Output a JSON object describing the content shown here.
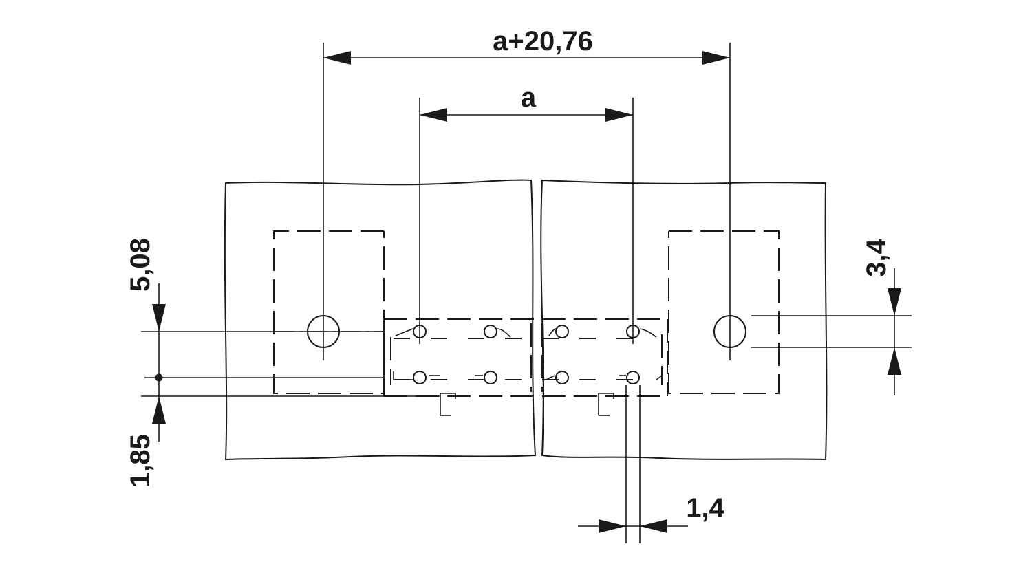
{
  "dimensions": {
    "overall_width": "a+20,76",
    "pitch_span": "a",
    "row_spacing": "5,08",
    "row_offset": "1,85",
    "hole_diameter": "3,4",
    "pin_width": "1,4"
  }
}
